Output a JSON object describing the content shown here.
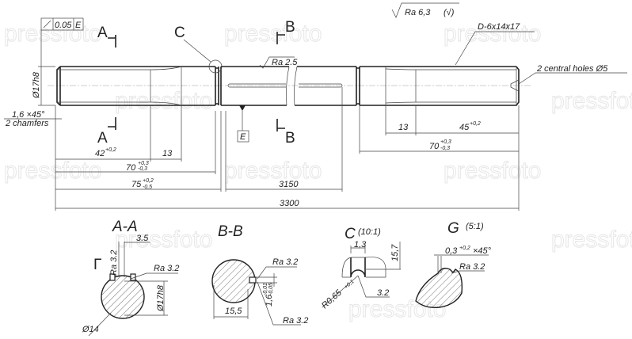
{
  "watermark": "pressfoto",
  "surface_finish_general": "Ra 6,3",
  "tolerance_frame": {
    "value": "0.05",
    "datum": "E"
  },
  "datum_label": "E",
  "section_marks": {
    "a": "A",
    "b": "B",
    "detail_c": "C"
  },
  "callouts": {
    "ra_shaft": "Ra 2.5",
    "spline": "D-6x14x17",
    "central_holes": "2 central holes Ø5",
    "chamfer": "1,6 ×45°",
    "chamfer_count": "2 chamfers",
    "diameter": "Ø17h8"
  },
  "dimensions": {
    "d42": "42",
    "d42_tol": "+0,2",
    "d13_left": "13",
    "d70_left": "70",
    "d70_left_tol_up": "+0,3",
    "d70_left_tol_low": "-0,3",
    "d75": "75",
    "d75_tol_up": "+0,2",
    "d75_tol_low": "-0,5",
    "d3150": "3150",
    "d3300": "3300",
    "d13_right": "13",
    "d45": "45",
    "d45_tol": "+0,2",
    "d70_right": "70",
    "d70_right_tol_up": "+0,3",
    "d70_right_tol_low": "-0,3"
  },
  "sections": {
    "aa": {
      "title": "A-A",
      "d35": "3.5",
      "ra_v": "Ra 3.2",
      "gamma": "Г",
      "ra": "Ra 3.2",
      "dia": "Ø17h8",
      "dia14": "Ø14"
    },
    "bb": {
      "title": "B-B",
      "ra_top": "Ra 3.2",
      "width": "15,5",
      "depth": "1,6",
      "depth_tol_up": "-0,01",
      "depth_tol_low": "-0,05",
      "ra_bottom": "Ra 3.2"
    },
    "c": {
      "title": "C",
      "scale": "(10:1)",
      "w": "1,3",
      "h": "15,7",
      "r": "R0,65",
      "r_tol": "+0,1",
      "ra": "3.2"
    },
    "g": {
      "title": "G",
      "scale": "(5:1)",
      "ch": "0,3",
      "ch_tol": "+0,2",
      "ch_angle": "×45°",
      "ra": "Ra 3.2"
    }
  }
}
